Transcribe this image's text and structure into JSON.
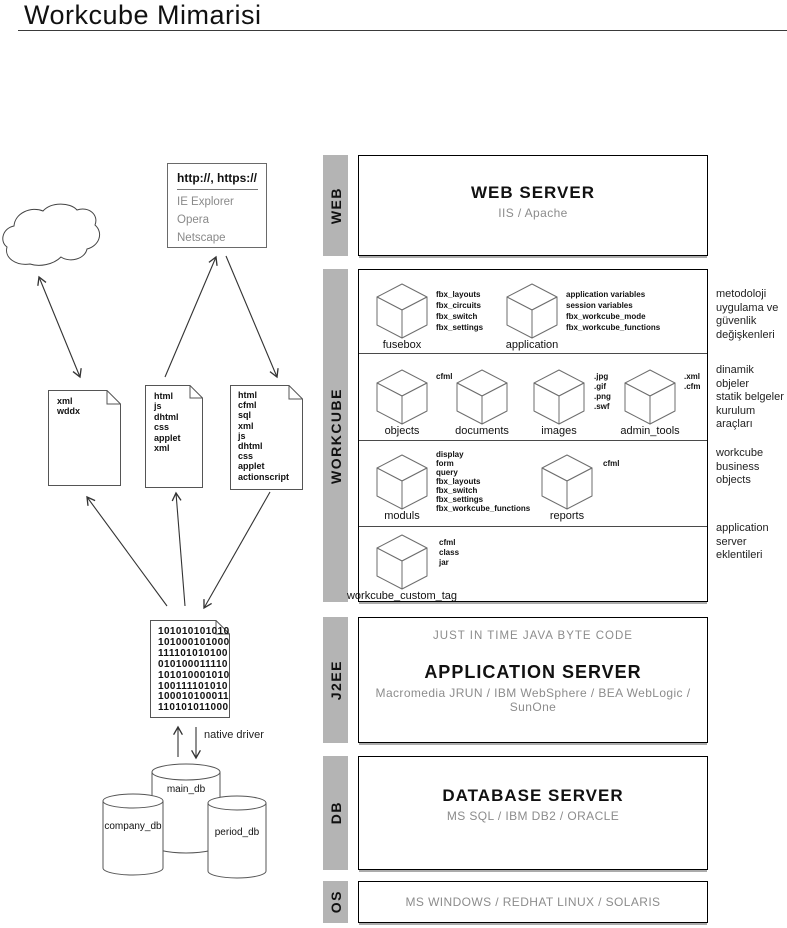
{
  "title": "Workcube Mimarisi",
  "client_side": {
    "browser_box": {
      "title": "http://, https://",
      "browsers": [
        "IE Explorer",
        "Opera",
        "Netscape"
      ]
    },
    "documents": [
      {
        "lines": [
          "xml",
          "wddx"
        ]
      },
      {
        "lines": [
          "html",
          "js",
          "dhtml",
          "css",
          "applet",
          "xml"
        ]
      },
      {
        "lines": [
          "html",
          "cfml",
          "sql",
          "xml",
          "js",
          "dhtml",
          "css",
          "applet",
          "actionscript"
        ]
      }
    ],
    "bytecode_document": {
      "lines": [
        "101010101010",
        "101000101000",
        "111101010100",
        "010100011110",
        "101010001010",
        "100111101010",
        "100010100011",
        "110101011000"
      ]
    },
    "native_driver_label": "native driver",
    "databases": {
      "main": "main_db",
      "company": "company_db",
      "period": "period_db"
    }
  },
  "layers": {
    "web": {
      "bar": "WEB",
      "title": "WEB SERVER",
      "subtitle": "IIS / Apache"
    },
    "workcube": {
      "bar": "WORKCUBE",
      "cubes": {
        "fusebox": {
          "name": "fusebox",
          "tags": [
            "fbx_layouts",
            "fbx_circuits",
            "fbx_switch",
            "fbx_settings"
          ]
        },
        "application": {
          "name": "application",
          "tags": [
            "application variables",
            "session variables",
            "fbx_workcube_mode",
            "fbx_workcube_functions"
          ]
        },
        "objects": {
          "name": "objects",
          "tags": [
            "cfml"
          ]
        },
        "documents": {
          "name": "documents",
          "tags": []
        },
        "images": {
          "name": "images",
          "tags": [
            ".jpg",
            ".gif",
            ".png",
            ".swf"
          ]
        },
        "admin_tools": {
          "name": "admin_tools",
          "tags": [
            ".xml",
            ".cfm"
          ]
        },
        "moduls": {
          "name": "moduls",
          "tags": [
            "display",
            "form",
            "query",
            "fbx_layouts",
            "fbx_switch",
            "fbx_settings",
            "fbx_workcube_functions"
          ]
        },
        "reports": {
          "name": "reports",
          "tags": [
            "cfml"
          ]
        },
        "workcube_custom_tag": {
          "name": "workcube_custom_tag",
          "tags": [
            "cfml",
            "class",
            "jar"
          ]
        }
      },
      "annotations": [
        {
          "lines": [
            "metodoloji",
            "uygulama ve",
            "güvenlik",
            "değişkenleri"
          ]
        },
        {
          "lines": [
            "dinamik objeler",
            "statik belgeler",
            "kurulum araçları"
          ]
        },
        {
          "lines": [
            "workcube",
            "business",
            "objects"
          ]
        },
        {
          "lines": [
            "application",
            "server",
            "eklentileri"
          ]
        }
      ]
    },
    "j2ee": {
      "bar": "J2EE",
      "top_note": "JUST IN TIME JAVA BYTE CODE",
      "title": "APPLICATION SERVER",
      "subtitle": "Macromedia JRUN / IBM WebSphere / BEA WebLogic / SunOne"
    },
    "db": {
      "bar": "DB",
      "title": "DATABASE SERVER",
      "subtitle": "MS SQL / IBM DB2 / ORACLE"
    },
    "os": {
      "bar": "OS",
      "subtitle": "MS WINDOWS / REDHAT LINUX / SOLARIS"
    }
  },
  "colors": {
    "bar_gray": "#b4b4b4",
    "muted_text": "#8c8c8c",
    "ink": "#1a1a1a"
  }
}
